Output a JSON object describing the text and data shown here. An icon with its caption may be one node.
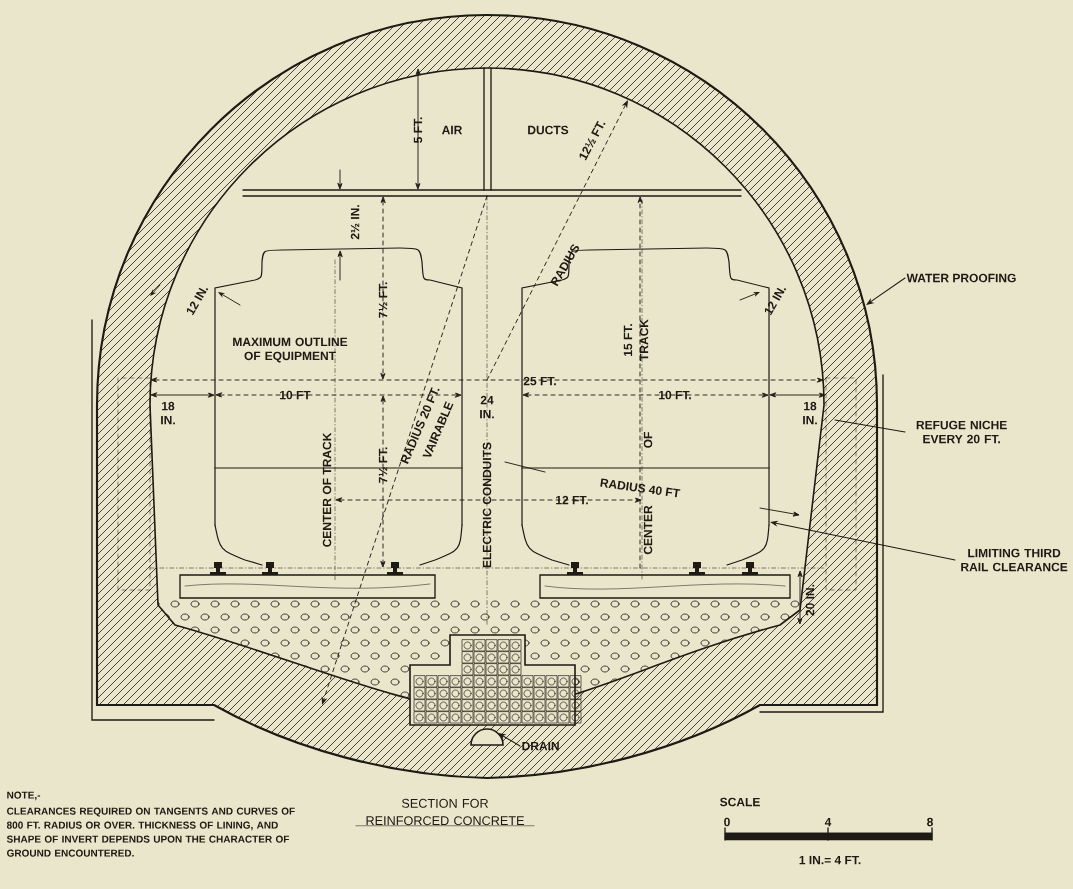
{
  "diagram": {
    "caption": "SECTION FOR REINFORCED CONCRETE",
    "nodes": [
      {
        "text": [
          "WATER PROOFING"
        ]
      },
      {
        "text": [
          "REFUGE NICHE EVERY 20 FT."
        ]
      },
      {
        "text": [
          "LIMITING THIRD RAIL CLEARANCE"
        ]
      },
      {
        "text": [
          "DRAIN"
        ]
      }
    ],
    "edges": [
      {
        "from": 0,
        "to": null,
        "arrow": "to"
      },
      {
        "from": 1,
        "to": null,
        "arrow": "none"
      },
      {
        "from": 2,
        "to": null,
        "arrow": "to"
      },
      {
        "from": 3,
        "to": null,
        "arrow": "to"
      }
    ],
    "labels": [
      "5 FT.",
      "AIR",
      "DUCTS",
      "12½ FT.",
      "2½ IN.",
      "RADIUS",
      "12 IN.",
      "7½ FT.",
      "12 IN.",
      "MAXIMUM OUTLINE OF EQUIPMENT",
      "15 FT.",
      "TRACK",
      "25 FT.",
      "10 FT",
      "24 IN.",
      "10 FT.",
      "18 IN.",
      "18 IN.",
      "RADIUS 20 FT.",
      "VAIRABLE",
      "CENTER OF TRACK",
      "ELECTRIC CONDUITS",
      "OF",
      "7½ FT.",
      "12 FT.",
      "RADIUS 40 FT",
      "CENTER",
      "20 IN.",
      "NOTE,-",
      "CLEARANCES REQUIRED ON TANGENTS AND CURVES OF 800 FT. RADIUS OR OVER. THICKNESS OF LINING, AND SHAPE OF INVERT DEPENDS UPON THE CHARACTER OF GROUND ENCOUNTERED.",
      "SCALE",
      "0",
      "4",
      "8",
      "1 IN.= 4 FT."
    ]
  }
}
